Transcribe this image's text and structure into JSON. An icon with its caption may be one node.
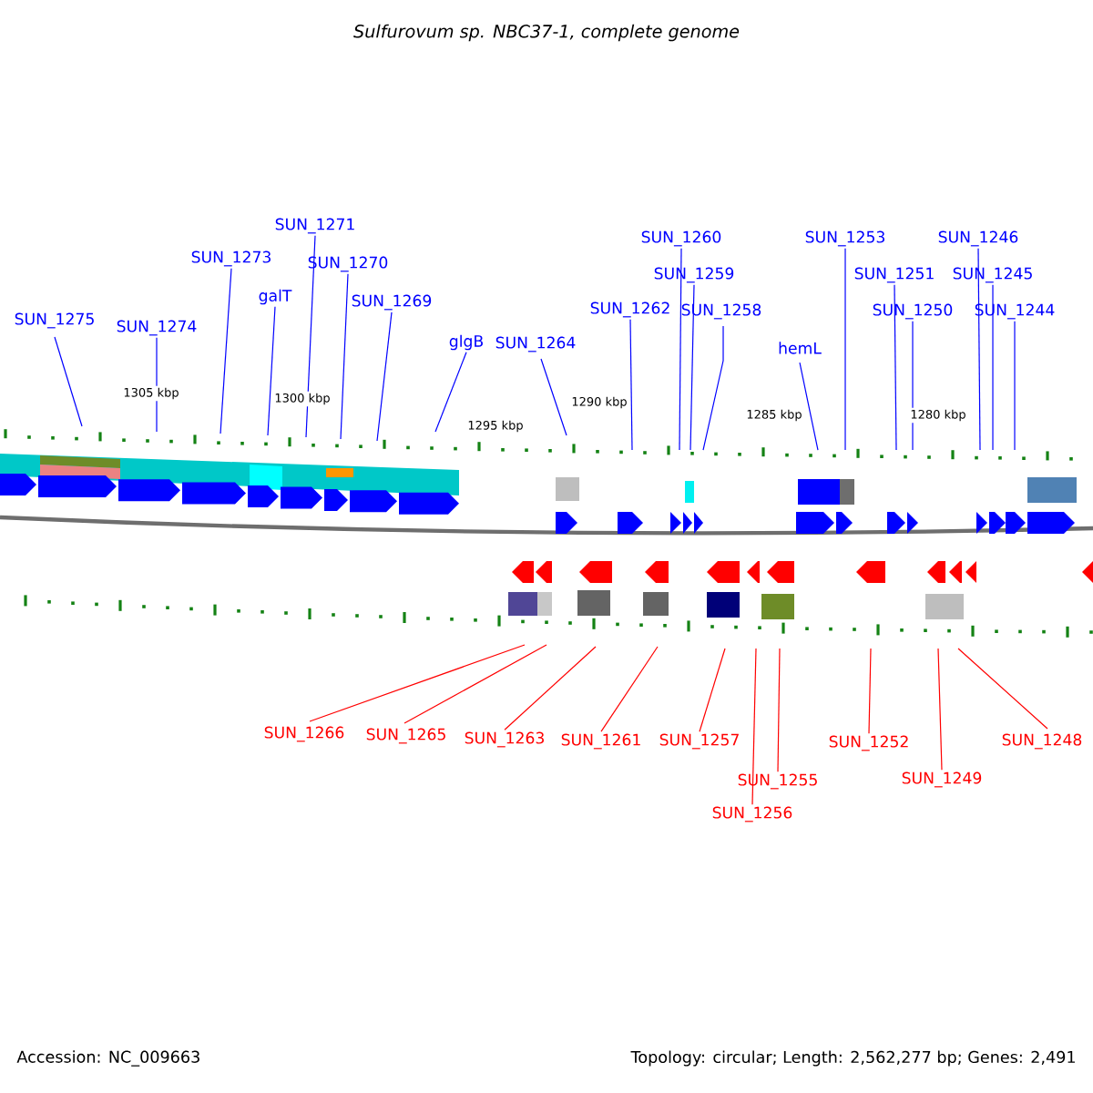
{
  "diagram": {
    "title": "Sulfurovum sp. NBC37-1, complete genome",
    "nodes": [
      {
        "text": [
          "SUN_1275"
        ]
      },
      {
        "text": [
          "SUN_1274"
        ]
      },
      {
        "text": [
          "SUN_1273"
        ]
      },
      {
        "text": [
          "galT"
        ]
      },
      {
        "text": [
          "SUN_1271"
        ]
      },
      {
        "text": [
          "SUN_1270"
        ]
      },
      {
        "text": [
          "SUN_1269"
        ]
      },
      {
        "text": [
          "glgB"
        ]
      },
      {
        "text": [
          "SUN_1264"
        ]
      },
      {
        "text": [
          "SUN_1262"
        ]
      },
      {
        "text": [
          "SUN_1260"
        ]
      },
      {
        "text": [
          "SUN_1259"
        ]
      },
      {
        "text": [
          "SUN_1258"
        ]
      },
      {
        "text": [
          "hemL"
        ]
      },
      {
        "text": [
          "SUN_1253"
        ]
      },
      {
        "text": [
          "SUN_1251"
        ]
      },
      {
        "text": [
          "SUN_1250"
        ]
      },
      {
        "text": [
          "SUN_1246"
        ]
      },
      {
        "text": [
          "SUN_1245"
        ]
      },
      {
        "text": [
          "SUN_1244"
        ]
      },
      {
        "text": [
          "SUN_1266"
        ]
      },
      {
        "text": [
          "SUN_1265"
        ]
      },
      {
        "text": [
          "SUN_1263"
        ]
      },
      {
        "text": [
          "SUN_1261"
        ]
      },
      {
        "text": [
          "SUN_1257"
        ]
      },
      {
        "text": [
          "SUN_1255"
        ]
      },
      {
        "text": [
          "SUN_1256"
        ]
      },
      {
        "text": [
          "SUN_1252"
        ]
      },
      {
        "text": [
          "SUN_1249"
        ]
      },
      {
        "text": [
          "SUN_1248"
        ]
      }
    ],
    "edges": [
      {
        "from": 0,
        "to": null,
        "arrow": "none"
      },
      {
        "from": 1,
        "to": null,
        "arrow": "none"
      },
      {
        "from": 2,
        "to": null,
        "arrow": "none"
      },
      {
        "from": 3,
        "to": null,
        "arrow": "none"
      },
      {
        "from": 4,
        "to": null,
        "arrow": "none"
      },
      {
        "from": 5,
        "to": null,
        "arrow": "none"
      },
      {
        "from": 6,
        "to": null,
        "arrow": "none"
      },
      {
        "from": 7,
        "to": null,
        "arrow": "none"
      },
      {
        "from": 8,
        "to": null,
        "arrow": "none"
      },
      {
        "from": 9,
        "to": null,
        "arrow": "none"
      },
      {
        "from": 10,
        "to": null,
        "arrow": "none"
      },
      {
        "from": 11,
        "to": null,
        "arrow": "none"
      },
      {
        "from": 12,
        "to": null,
        "arrow": "none"
      },
      {
        "from": 13,
        "to": null,
        "arrow": "none"
      },
      {
        "from": 14,
        "to": null,
        "arrow": "none"
      },
      {
        "from": 15,
        "to": null,
        "arrow": "none"
      },
      {
        "from": 16,
        "to": null,
        "arrow": "none"
      },
      {
        "from": 17,
        "to": null,
        "arrow": "none"
      },
      {
        "from": 18,
        "to": null,
        "arrow": "none"
      },
      {
        "from": 19,
        "to": null,
        "arrow": "none"
      },
      {
        "from": 20,
        "to": null,
        "arrow": "none",
        "color": "#ff0000"
      },
      {
        "from": 21,
        "to": null,
        "arrow": "none",
        "color": "#ff0000"
      },
      {
        "from": 22,
        "to": null,
        "arrow": "none",
        "color": "#ff0000"
      },
      {
        "from": 23,
        "to": null,
        "arrow": "none",
        "color": "#ff0000"
      },
      {
        "from": 24,
        "to": null,
        "arrow": "none",
        "color": "#ff0000"
      },
      {
        "from": 25,
        "to": null,
        "arrow": "none",
        "color": "#ff0000"
      },
      {
        "from": 26,
        "to": null,
        "arrow": "none",
        "color": "#ff0000"
      },
      {
        "from": 27,
        "to": null,
        "arrow": "none",
        "color": "#ff0000"
      },
      {
        "from": 28,
        "to": null,
        "arrow": "none",
        "color": "#ff0000"
      },
      {
        "from": 29,
        "to": null,
        "arrow": "none",
        "color": "#ff0000"
      }
    ],
    "labels": [
      "1305 kbp",
      "1300 kbp",
      "1295 kbp",
      "1290 kbp",
      "1285 kbp",
      "1280 kbp",
      "Accession: NC_009663",
      "Topology: circular; Length: 2,562,277 bp; Genes: 2,491"
    ]
  }
}
